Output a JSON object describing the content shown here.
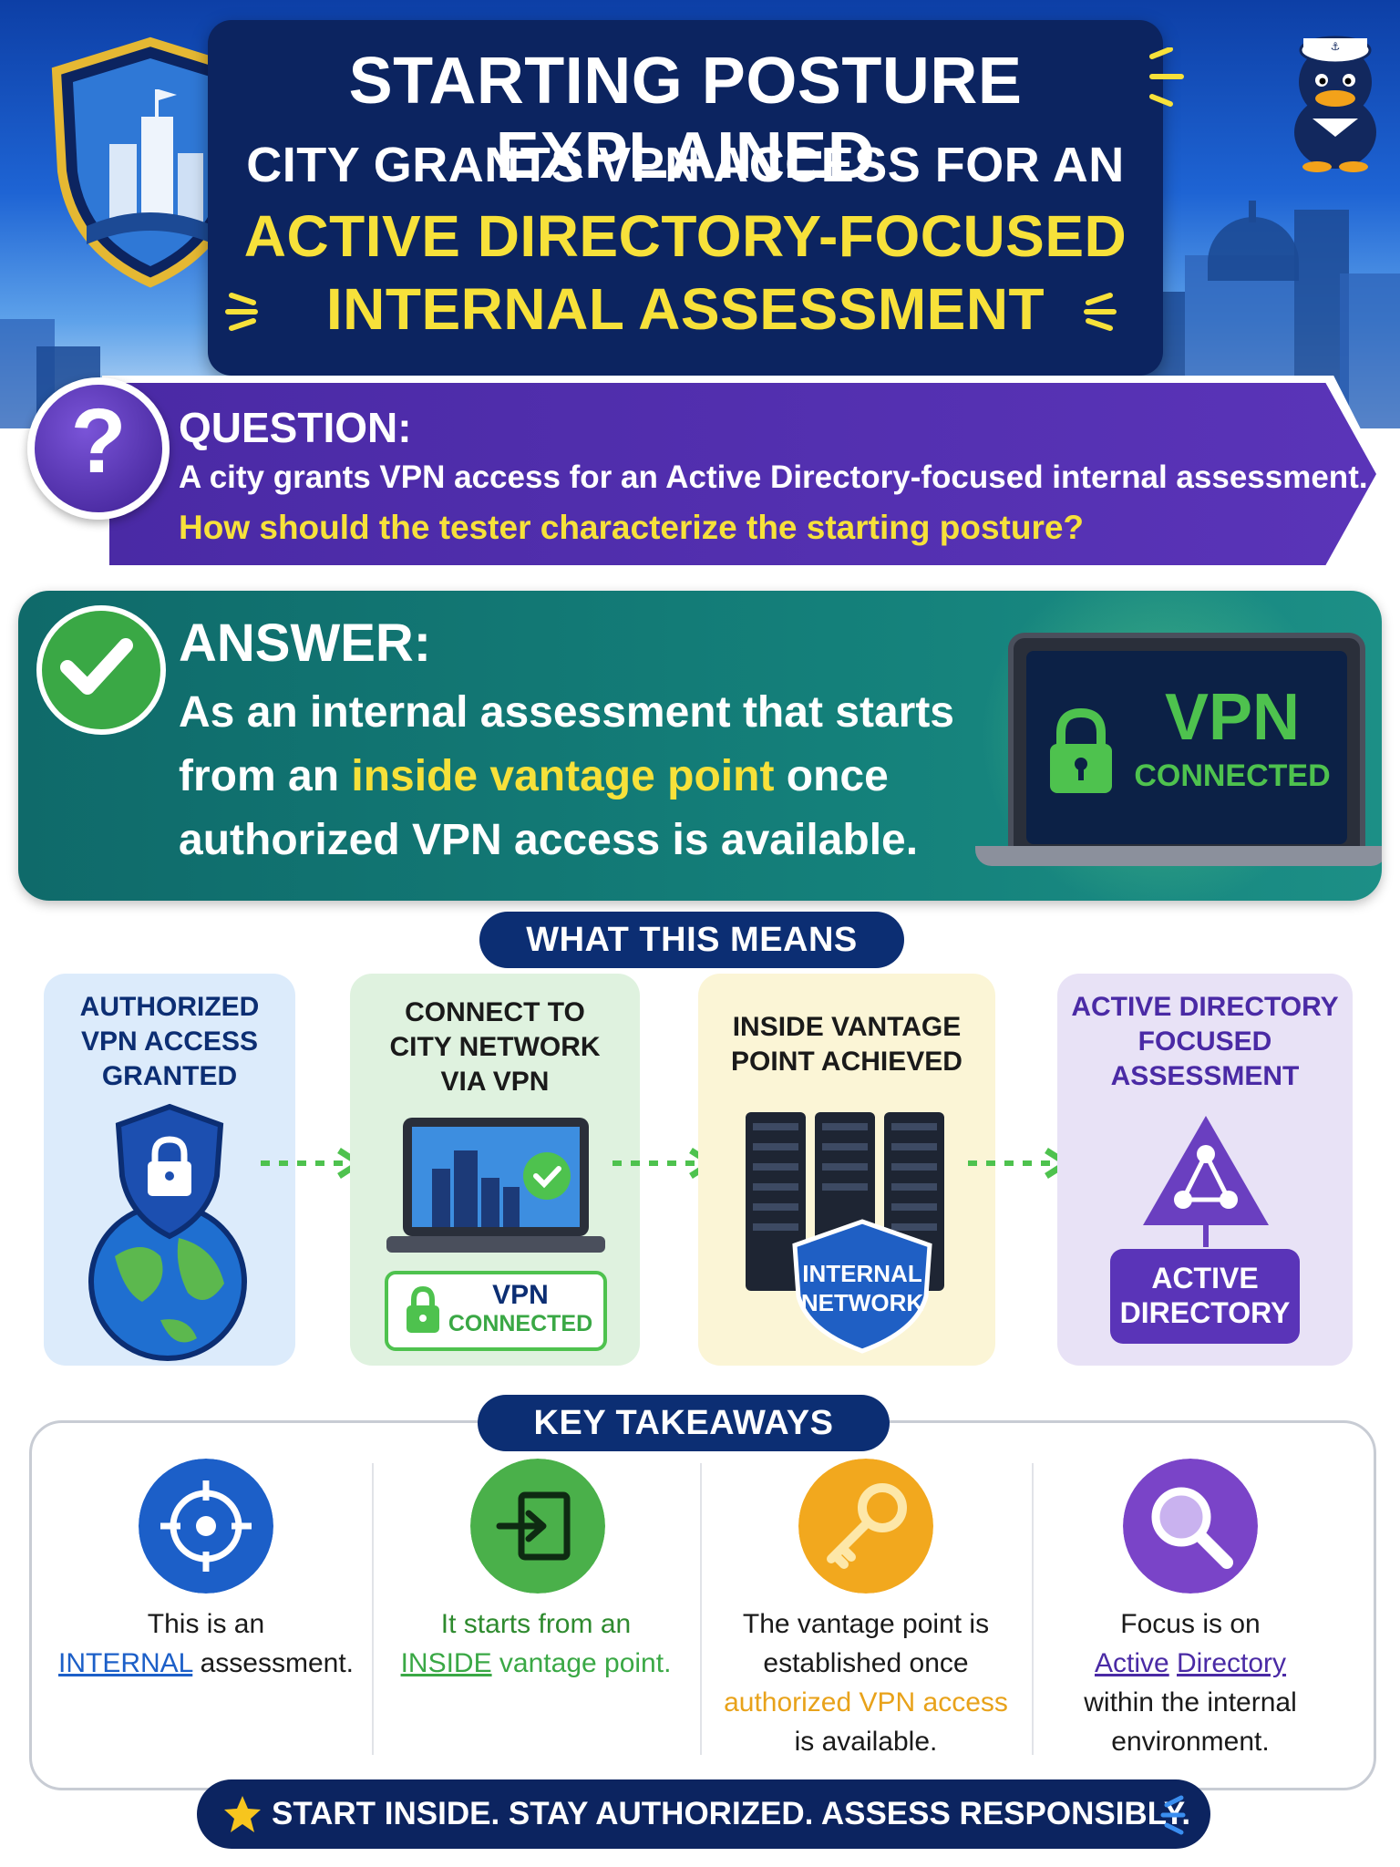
{
  "header": {
    "line1": "STARTING POSTURE EXPLAINED",
    "line2": "CITY GRANTS VPN ACCESS FOR AN",
    "line3": "ACTIVE DIRECTORY-FOCUSED",
    "line4": "INTERNAL ASSESSMENT"
  },
  "question": {
    "label": "QUESTION:",
    "text": "A city grants VPN access for an Active Directory-focused internal assessment.",
    "highlight": "How should the tester characterize the starting posture?"
  },
  "answer": {
    "label": "ANSWER:",
    "line1": "As an internal assessment that starts",
    "line2_pre": "from an ",
    "line2_highlight": "inside vantage point",
    "line2_post": " once",
    "line3": "authorized VPN access is available.",
    "vpn_big": "VPN",
    "vpn_small": "CONNECTED"
  },
  "means": {
    "badge": "WHAT THIS MEANS",
    "steps": [
      {
        "line1": "AUTHORIZED",
        "line2": "VPN ACCESS",
        "line3": "GRANTED"
      },
      {
        "line1": "CONNECT TO",
        "line2": "CITY NETWORK",
        "line3": "VIA VPN",
        "vpn": "VPN",
        "connected": "CONNECTED"
      },
      {
        "line1": "INSIDE VANTAGE",
        "line2": "POINT ACHIEVED",
        "net1": "INTERNAL",
        "net2": "NETWORK"
      },
      {
        "line1": "ACTIVE DIRECTORY",
        "line2": "FOCUSED",
        "line3": "ASSESSMENT",
        "ad1": "ACTIVE",
        "ad2": "DIRECTORY"
      }
    ]
  },
  "takeaways": {
    "badge": "KEY TAKEAWAYS",
    "items": [
      {
        "l1": "This is an",
        "l2_em": "INTERNAL",
        "l2_rest": " assessment."
      },
      {
        "l1": "It starts from an",
        "l2_em": "INSIDE",
        "l2_rest": " vantage point."
      },
      {
        "l1": "The vantage point is",
        "l2": "established once",
        "l3_em": "authorized VPN access",
        "l4": "is available."
      },
      {
        "l1": "Focus is on",
        "l2_em1": "Active",
        "l2_em2": "Directory",
        "l3": "within the internal",
        "l4": "environment."
      }
    ]
  },
  "footer": {
    "text": "START INSIDE. STAY AUTHORIZED. ASSESS RESPONSIBLY."
  },
  "colors": {
    "navy": "#0c2460",
    "yellow": "#f7e13a",
    "purple": "#4a2aa5",
    "teal": "#14807a",
    "green": "#3aa845",
    "orange": "#e8a21a",
    "violet": "#6a3fc0"
  }
}
